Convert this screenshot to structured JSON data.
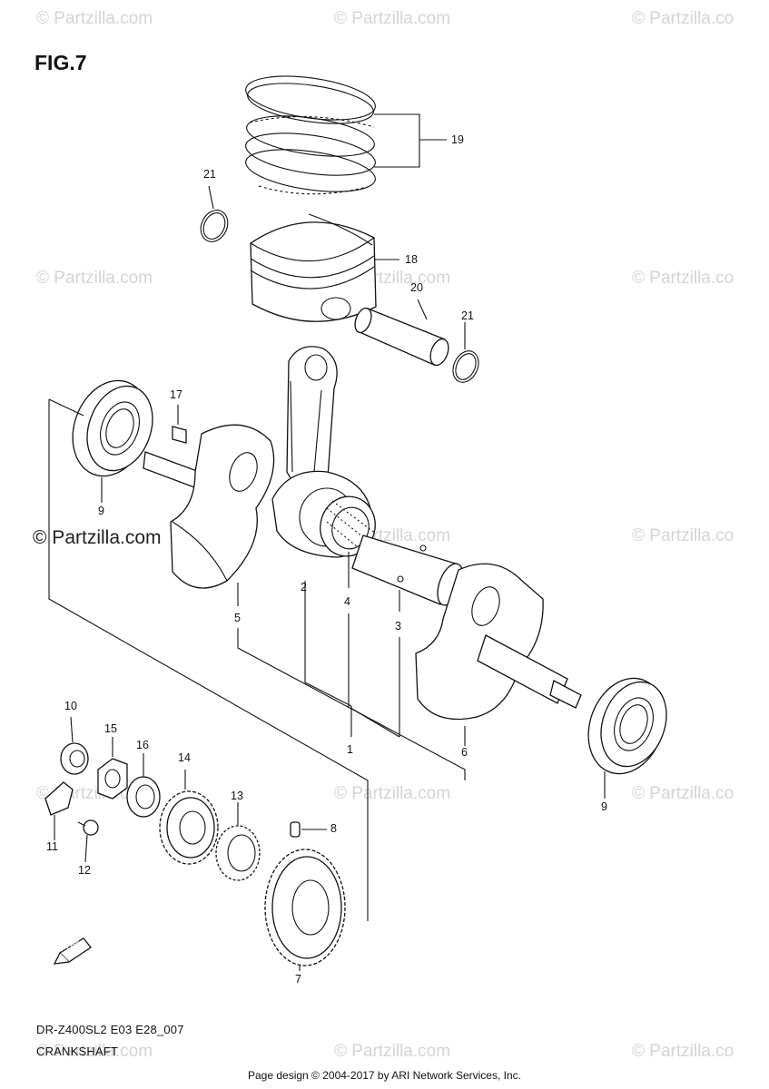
{
  "figure_label": "FIG.7",
  "watermarks": {
    "text": "© Partzilla.com",
    "text_cut": "© Partzilla.co",
    "prominent": "© Partzilla.com"
  },
  "callouts": {
    "p1": "1",
    "p2": "2",
    "p3": "3",
    "p4": "4",
    "p5": "5",
    "p6": "6",
    "p7": "7",
    "p8": "8",
    "p9a": "9",
    "p9b": "9",
    "p10": "10",
    "p11": "11",
    "p12": "12",
    "p13": "13",
    "p14": "14",
    "p15": "15",
    "p16": "16",
    "p17": "17",
    "p18": "18",
    "p19": "19",
    "p20": "20",
    "p21a": "21",
    "p21b": "21"
  },
  "front_arrow": "FWD",
  "footer": {
    "model_code": "DR-Z400SL2 E03 E28_007",
    "section_name": "CRANKSHAFT",
    "credit": "Page design © 2004-2017 by ARI Network Services, Inc."
  },
  "colors": {
    "line": "#111111",
    "watermark": "#d4d4d4",
    "background": "#ffffff"
  }
}
